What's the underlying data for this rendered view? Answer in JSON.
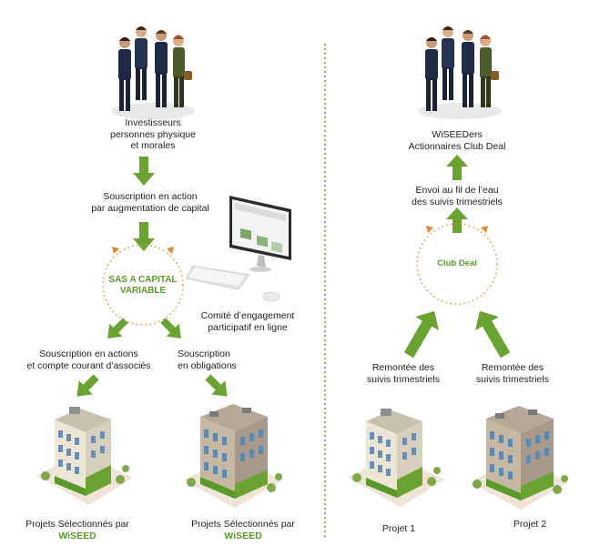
{
  "colors": {
    "green": "#5a9a2a",
    "arrow_green": "#6aa332",
    "orange": "#e58a2b",
    "divider": "#6aa332"
  },
  "left": {
    "investors": {
      "line1": "Investisseurs",
      "line2": "personnes physique",
      "line3": "et morales"
    },
    "subscription": {
      "line1": "Souscription en action",
      "line2": "par augmentation de capital"
    },
    "circle": {
      "line1": "SAS A CAPITAL",
      "line2": "VARIABLE"
    },
    "committee": {
      "line1": "Comité d’engagement",
      "line2": "participatif en ligne"
    },
    "sub_actions": {
      "line1": "Souscription en actions",
      "line2": "et compte courant d’associés"
    },
    "sub_obligations": {
      "line1": "Souscription",
      "line2": "en obligations"
    },
    "project1": {
      "line1": "Projets Sélectionnés par",
      "brand": "WiSEED"
    },
    "project2": {
      "line1": "Projets Sélectionnés par",
      "brand": "WiSEED"
    }
  },
  "right": {
    "wiseeders": {
      "line1": "WiSEEDers",
      "line2": "Actionnaires Club Deal"
    },
    "envoi": {
      "line1": "Envoi au fil de l’eau",
      "line2": "des suivis trimestriels"
    },
    "circle": {
      "label": "Club Deal"
    },
    "remontee1": {
      "line1": "Remontée des",
      "line2": "suivis trimestriels"
    },
    "remontee2": {
      "line1": "Remontée des",
      "line2": "suivis trimestriels"
    },
    "project1": {
      "label": "Projet 1"
    },
    "project2": {
      "label": "Projet 2"
    }
  }
}
